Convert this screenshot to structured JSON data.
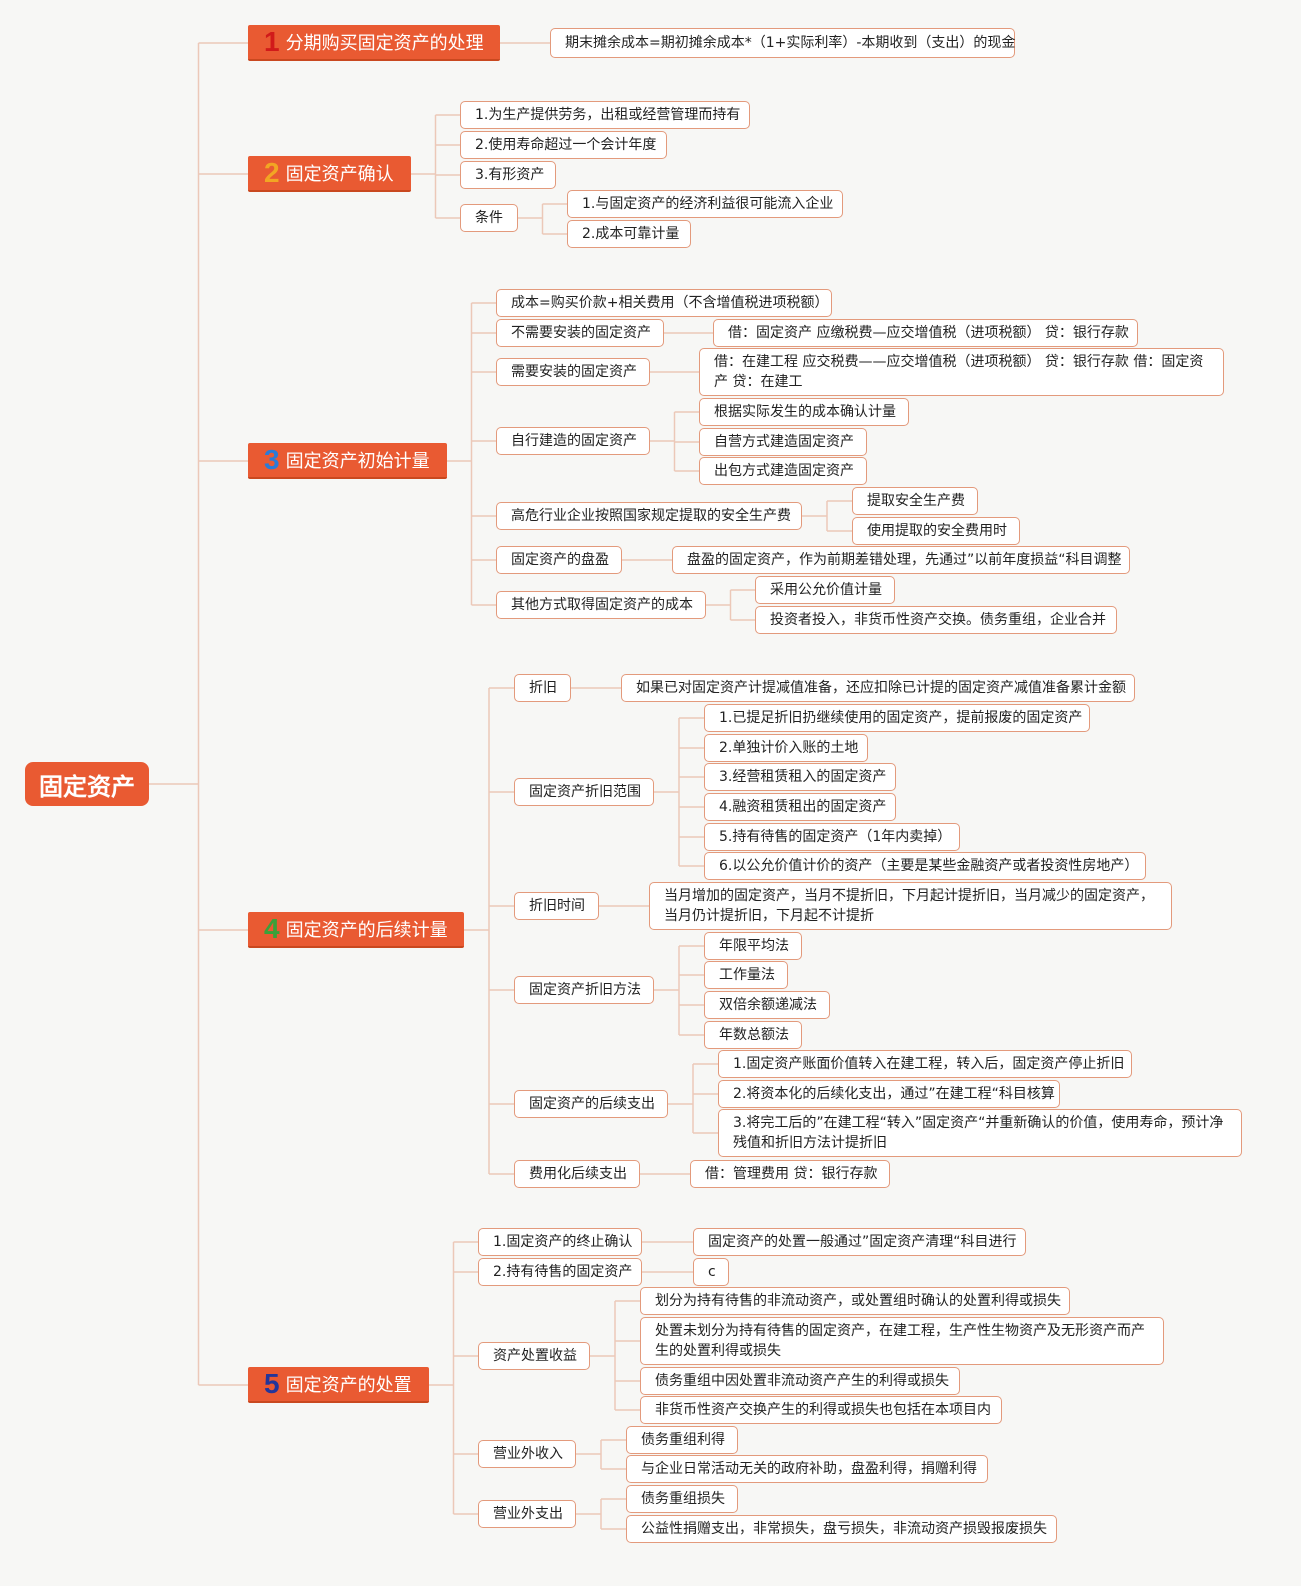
{
  "colors": {
    "accent": "#e95a32",
    "edge": "#ecc8b8",
    "num_1": "#d11a1a",
    "num_2": "#f2a623",
    "num_3": "#2b7bd6",
    "num_4": "#3aa13a",
    "num_5": "#23359a"
  },
  "root": {
    "label": "固定资产"
  },
  "sections": [
    {
      "num": "1",
      "title": "分期购买固定资产的处理",
      "items": [
        {
          "label": "期末摊余成本=期初摊余成本*（1+实际利率）-本期收到（支出）的现金"
        }
      ]
    },
    {
      "num": "2",
      "title": "固定资产确认",
      "items": [
        {
          "label": "1.为生产提供劳务，出租或经营管理而持有"
        },
        {
          "label": "2.使用寿命超过一个会计年度"
        },
        {
          "label": "3.有形资产"
        },
        {
          "label": "条件",
          "children": [
            {
              "label": "1.与固定资产的经济利益很可能流入企业"
            },
            {
              "label": "2.成本可靠计量"
            }
          ]
        }
      ]
    },
    {
      "num": "3",
      "title": "固定资产初始计量",
      "items": [
        {
          "label": "成本=购买价款+相关费用（不含增值税进项税额）"
        },
        {
          "label": "不需要安装的固定资产",
          "children": [
            {
              "label": "借：固定资产 应缴税费—应交增值税（进项税额） 贷：银行存款"
            }
          ]
        },
        {
          "label": "需要安装的固定资产",
          "children": [
            {
              "label": "借：在建工程 应交税费——应交增值税（进项税额） 贷：银行存款 借：固定资产 贷：在建工"
            }
          ]
        },
        {
          "label": "自行建造的固定资产",
          "children": [
            {
              "label": "根据实际发生的成本确认计量"
            },
            {
              "label": "自营方式建造固定资产"
            },
            {
              "label": "出包方式建造固定资产"
            }
          ]
        },
        {
          "label": "高危行业企业按照国家规定提取的安全生产费",
          "children": [
            {
              "label": "提取安全生产费"
            },
            {
              "label": "使用提取的安全费用时"
            }
          ]
        },
        {
          "label": "固定资产的盘盈",
          "children": [
            {
              "label": "盘盈的固定资产，作为前期差错处理，先通过”以前年度损益“科目调整"
            }
          ]
        },
        {
          "label": "其他方式取得固定资产的成本",
          "children": [
            {
              "label": "采用公允价值计量"
            },
            {
              "label": "投资者投入，非货币性资产交换。债务重组，企业合并"
            }
          ]
        }
      ]
    },
    {
      "num": "4",
      "title": "固定资产的后续计量",
      "items": [
        {
          "label": "折旧",
          "children": [
            {
              "label": "如果已对固定资产计提减值准备，还应扣除已计提的固定资产减值准备累计金额"
            }
          ]
        },
        {
          "label": "固定资产折旧范围",
          "children": [
            {
              "label": "1.已提足折旧扔继续使用的固定资产，提前报废的固定资产"
            },
            {
              "label": "2.单独计价入账的土地"
            },
            {
              "label": "3.经营租赁租入的固定资产"
            },
            {
              "label": "4.融资租赁租出的固定资产"
            },
            {
              "label": "5.持有待售的固定资产（1年内卖掉）"
            },
            {
              "label": "6.以公允价值计价的资产（主要是某些金融资产或者投资性房地产）"
            }
          ]
        },
        {
          "label": "折旧时间",
          "children": [
            {
              "label": "当月增加的固定资产，当月不提折旧，下月起计提折旧，当月减少的固定资产，当月仍计提折旧，下月起不计提折"
            }
          ]
        },
        {
          "label": "固定资产折旧方法",
          "children": [
            {
              "label": "年限平均法"
            },
            {
              "label": "工作量法"
            },
            {
              "label": "双倍余额递减法"
            },
            {
              "label": "年数总额法"
            }
          ]
        },
        {
          "label": "固定资产的后续支出",
          "children": [
            {
              "label": "1.固定资产账面价值转入在建工程，转入后，固定资产停止折旧"
            },
            {
              "label": "2.将资本化的后续化支出，通过”在建工程“科目核算"
            },
            {
              "label": "3.将完工后的”在建工程“转入”固定资产“并重新确认的价值，使用寿命，预计净残值和折旧方法计提折旧"
            }
          ]
        },
        {
          "label": "费用化后续支出",
          "children": [
            {
              "label": "借：管理费用 贷：银行存款"
            }
          ]
        }
      ]
    },
    {
      "num": "5",
      "title": "固定资产的处置",
      "items": [
        {
          "label": "1.固定资产的终止确认",
          "children": [
            {
              "label": "固定资产的处置一般通过”固定资产清理“科目进行"
            }
          ]
        },
        {
          "label": "2.持有待售的固定资产",
          "children": [
            {
              "label": "c"
            }
          ]
        },
        {
          "label": "资产处置收益",
          "children": [
            {
              "label": "划分为持有待售的非流动资产，或处置组时确认的处置利得或损失"
            },
            {
              "label": "处置未划分为持有待售的固定资产，在建工程，生产性生物资产及无形资产而产生的处置利得或损失"
            },
            {
              "label": "债务重组中因处置非流动资产产生的利得或损失"
            },
            {
              "label": "非货币性资产交换产生的利得或损失也包括在本项目内"
            }
          ]
        },
        {
          "label": "营业外收入",
          "children": [
            {
              "label": "债务重组利得"
            },
            {
              "label": "与企业日常活动无关的政府补助，盘盈利得，捐赠利得"
            }
          ]
        },
        {
          "label": "营业外支出",
          "children": [
            {
              "label": "债务重组损失"
            },
            {
              "label": "公益性捐赠支出，非常损失，盘亏损失，非流动资产损毁报废损失"
            }
          ]
        }
      ]
    }
  ]
}
